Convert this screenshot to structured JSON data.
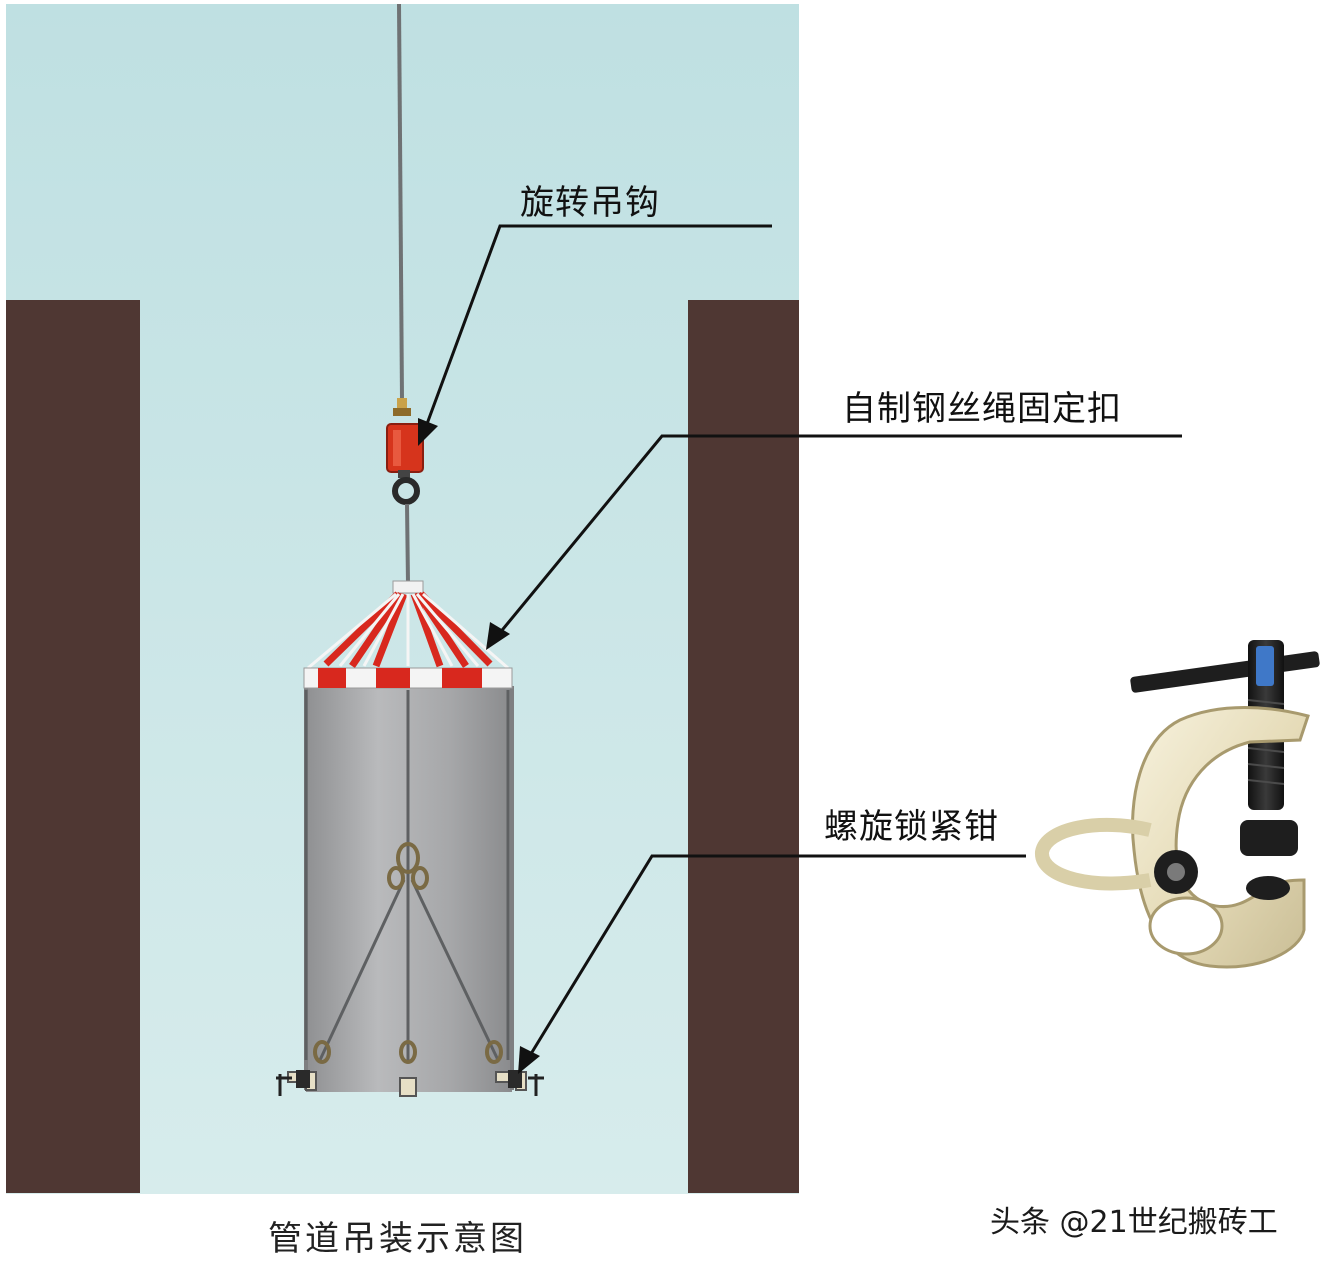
{
  "labels": {
    "swivel_hook": "旋转吊钩",
    "wire_rope_buckle": "自制钢丝绳固定扣",
    "screw_lock_clamp": "螺旋锁紧钳"
  },
  "caption": "管道吊装示意图",
  "watermark": "头条 @21世纪搬砖工",
  "colors": {
    "shaft_background": "#c9e6e6",
    "wall": "#4f3733",
    "pipe": "#a9aaac",
    "stripe_red": "#d8281e",
    "stripe_white": "#f4f4f4",
    "hook_red": "#d6341c",
    "clamp_metal": "#e9e1c4",
    "clamp_dark": "#1e1e1e",
    "clamp_blue": "#3f78c8"
  }
}
